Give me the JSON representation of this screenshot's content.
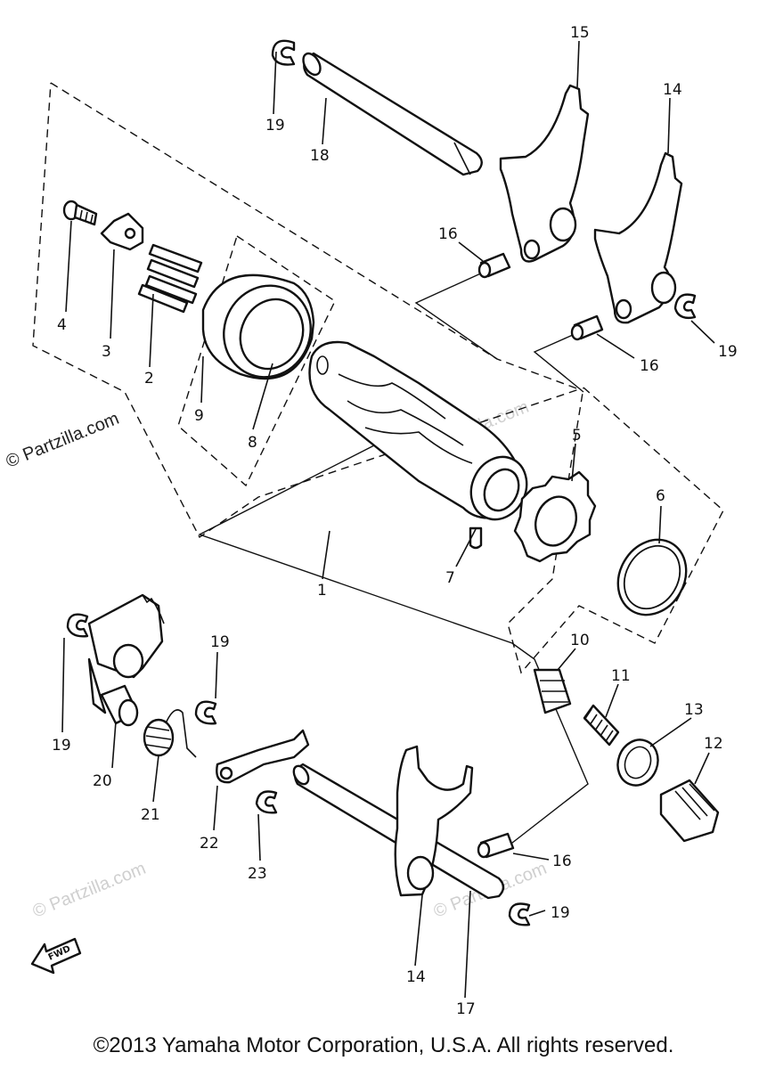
{
  "callouts": [
    {
      "id": "c1",
      "text": "1"
    },
    {
      "id": "c2",
      "text": "2"
    },
    {
      "id": "c3",
      "text": "3"
    },
    {
      "id": "c4",
      "text": "4"
    },
    {
      "id": "c5",
      "text": "5"
    },
    {
      "id": "c6",
      "text": "6"
    },
    {
      "id": "c7",
      "text": "7"
    },
    {
      "id": "c8",
      "text": "8"
    },
    {
      "id": "c9",
      "text": "9"
    },
    {
      "id": "c10",
      "text": "10"
    },
    {
      "id": "c11",
      "text": "11"
    },
    {
      "id": "c12",
      "text": "12"
    },
    {
      "id": "c13",
      "text": "13"
    },
    {
      "id": "c14a",
      "text": "14"
    },
    {
      "id": "c14b",
      "text": "14"
    },
    {
      "id": "c15",
      "text": "15"
    },
    {
      "id": "c16a",
      "text": "16"
    },
    {
      "id": "c16b",
      "text": "16"
    },
    {
      "id": "c16c",
      "text": "16"
    },
    {
      "id": "c17",
      "text": "17"
    },
    {
      "id": "c18",
      "text": "18"
    },
    {
      "id": "c19a",
      "text": "19"
    },
    {
      "id": "c19b",
      "text": "19"
    },
    {
      "id": "c19c",
      "text": "19"
    },
    {
      "id": "c19d",
      "text": "19"
    },
    {
      "id": "c19e",
      "text": "19"
    },
    {
      "id": "c20",
      "text": "20"
    },
    {
      "id": "c21",
      "text": "21"
    },
    {
      "id": "c22",
      "text": "22"
    },
    {
      "id": "c23",
      "text": "23"
    }
  ],
  "watermarks": {
    "primary": "© Partzilla.com",
    "faint": "© Partzilla.com"
  },
  "direction_arrow_label": "FWD",
  "copyright": "©2013 Yamaha Motor Corporation, U.S.A. All rights reserved."
}
